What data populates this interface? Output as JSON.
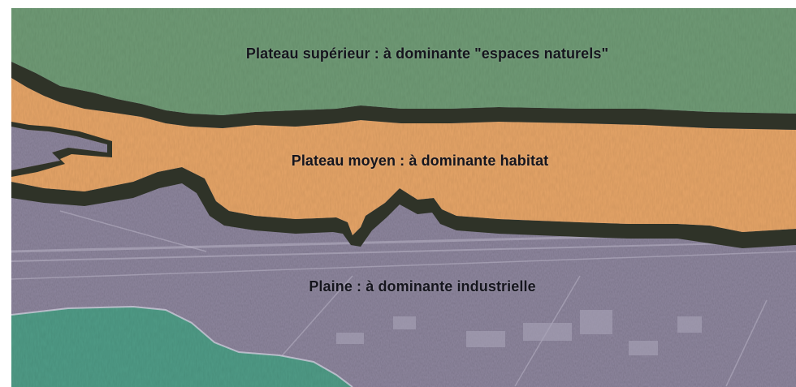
{
  "map": {
    "zones": [
      {
        "id": "upper",
        "label": "Plateau supérieur : à dominante \"espaces naturels\"",
        "color": "#6f9a75"
      },
      {
        "id": "middle",
        "label": "Plateau moyen : à dominante habitat",
        "color": "#e5a467"
      },
      {
        "id": "plain",
        "label": "Plaine : à dominante industrielle",
        "color": "#8f879f"
      }
    ],
    "sea_color": "#4f9b86",
    "border_color": "#2f3328"
  }
}
